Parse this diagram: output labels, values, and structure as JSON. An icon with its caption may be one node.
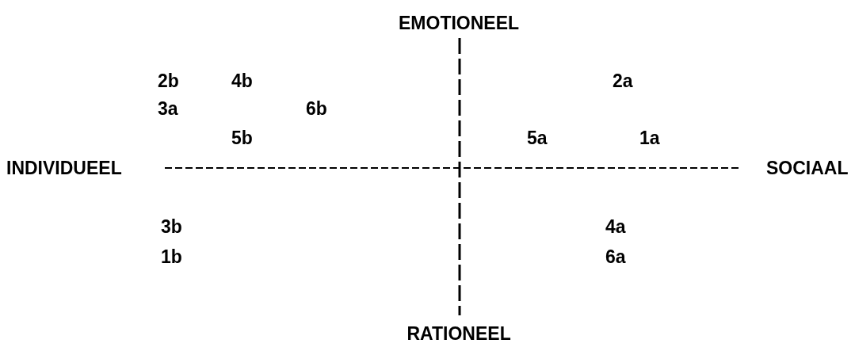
{
  "diagram": {
    "labels": [
      "EMOTIONEEL",
      "2b",
      "4b",
      "2a",
      "3a",
      "6b",
      "5b",
      "5a",
      "1a",
      "INDIVIDUEEL",
      "SOCIAAL",
      "3b",
      "4a",
      "1b",
      "6a",
      "RATIONEEL"
    ]
  }
}
